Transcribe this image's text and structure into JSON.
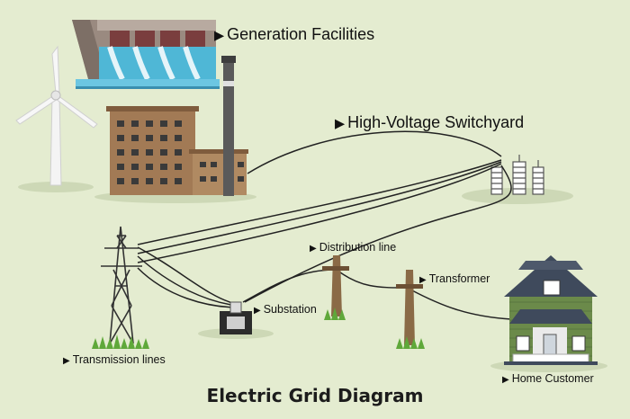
{
  "title": "Electric Grid Diagram",
  "labels": {
    "generation": "Generation Facilities",
    "switchyard": "High-Voltage Switchyard",
    "distribution": "Distribution line",
    "transformer": "Transformer",
    "substation": "Substation",
    "transmission": "Transmission lines",
    "home": "Home Customer"
  },
  "marker": "▶",
  "colors": {
    "background": "#e4ecd0",
    "brick": "#a27a55",
    "dam": "#9a8a80",
    "water": "#4fb7d6",
    "house": "#6b8a4a",
    "roof": "#3f4a5c",
    "pole": "#8a6a46",
    "grass": "#5fa83a"
  }
}
